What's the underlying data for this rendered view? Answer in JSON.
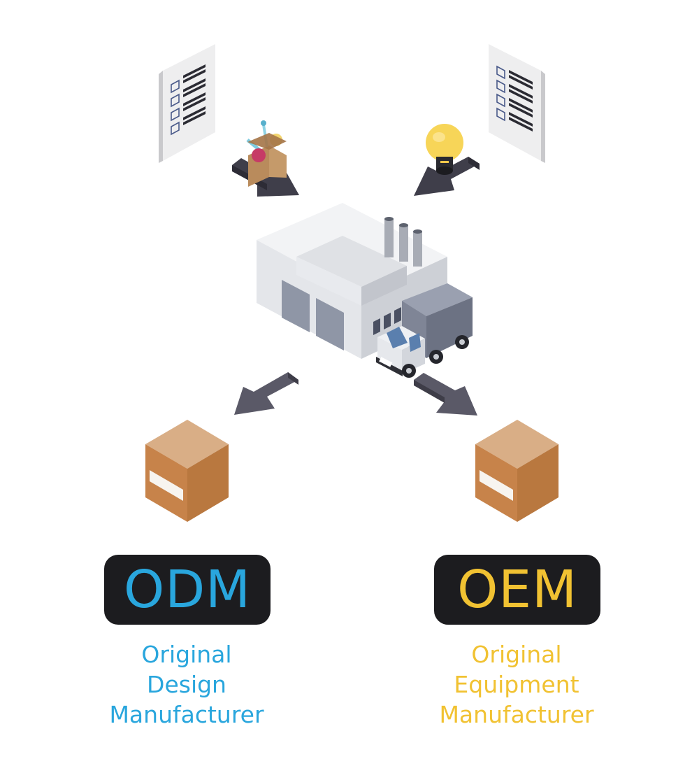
{
  "colors": {
    "odm": "#29a6dd",
    "oem": "#f1c232",
    "label_bg": "#1c1c1f",
    "arrow": "#5a5967",
    "box_top": "#d9ae86",
    "box_left": "#c7834a",
    "box_right": "#b9783f"
  },
  "left": {
    "acronym": "ODM",
    "description": [
      "Original",
      "Design",
      "Manufacturer"
    ]
  },
  "right": {
    "acronym": "OEM",
    "description": [
      "Original",
      "Equipment",
      "Manufacturer"
    ]
  },
  "icons": [
    "checklist-document-icon",
    "materials-bag-icon",
    "lightbulb-icon",
    "factory-icon",
    "delivery-truck-icon",
    "arrow-icon",
    "cardboard-box-icon"
  ]
}
